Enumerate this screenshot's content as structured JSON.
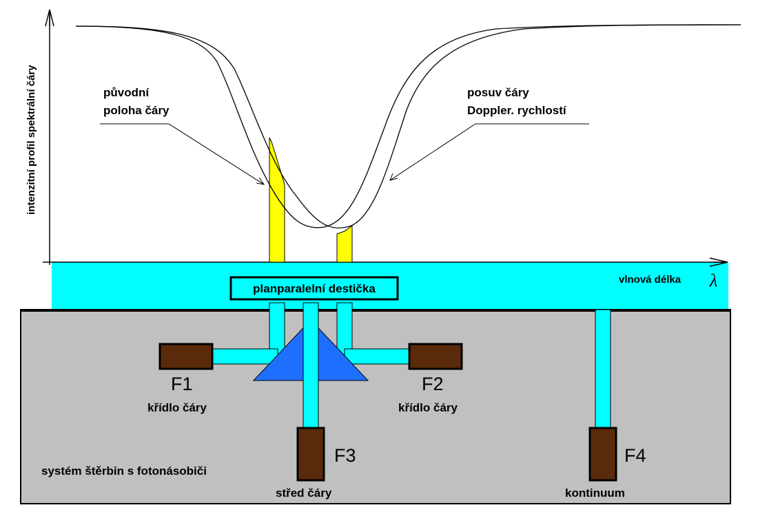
{
  "labels": {
    "y_axis": "intenzitní profil spektrální čáry",
    "x_axis": "vlnová délka",
    "lambda": "λ",
    "original_line_1": "původní",
    "original_line_2": "poloha čáry",
    "shift_1": "posuv čáry",
    "shift_2": "Doppler. rychlostí",
    "plate": "planparalelní destička",
    "f1": "F1",
    "f1_sub": "křídlo čáry",
    "f2": "F2",
    "f2_sub": "křídlo čáry",
    "f3": "F3",
    "f3_sub": "střed čáry",
    "f4": "F4",
    "f4_sub": "kontinuum",
    "system": "systém štěrbin s fotonásobiči"
  },
  "colors": {
    "cyan": "#00ffff",
    "yellow": "#ffff00",
    "gray": "#c0c0c0",
    "brown": "#5a2a0a",
    "prism": "#1f6fff"
  }
}
